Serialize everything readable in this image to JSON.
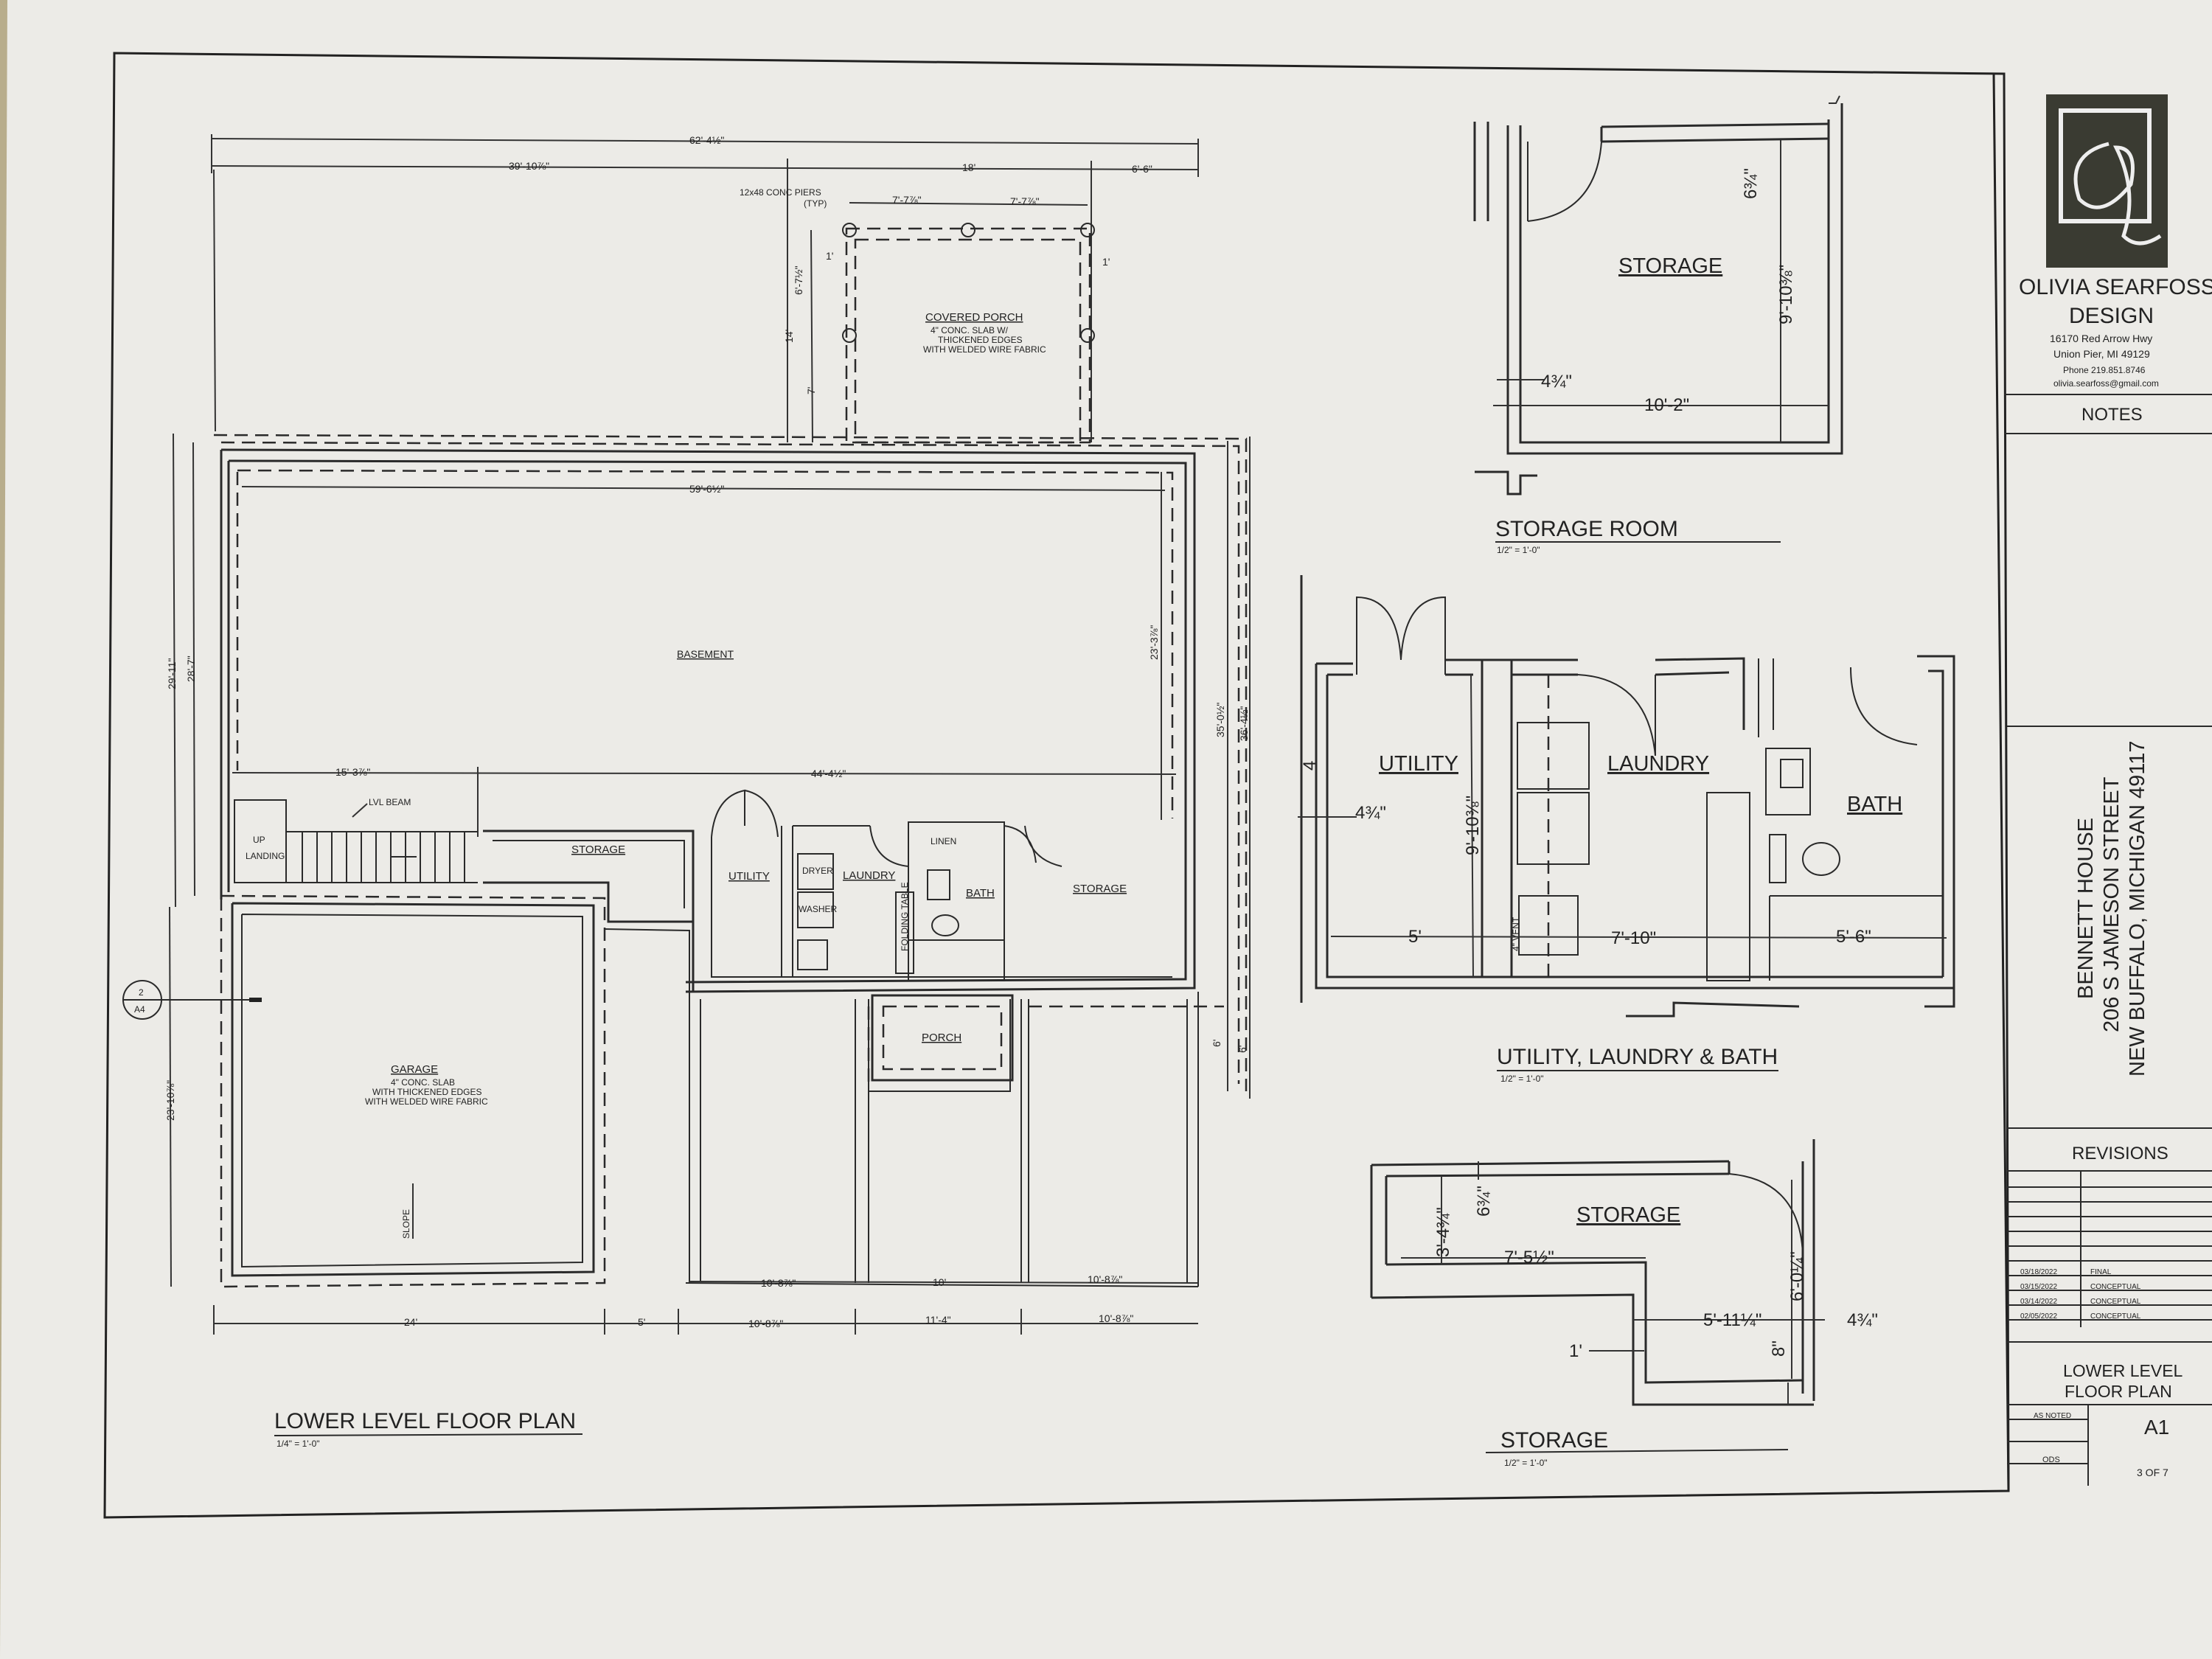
{
  "title_block": {
    "firm_line1": "OLIVIA SEARFOSS",
    "firm_line2": "DESIGN",
    "address1": "16170 Red Arrow Hwy",
    "address2": "Union Pier, MI 49129",
    "phone": "Phone 219.851.8746",
    "email": "olivia.searfoss@gmail.com",
    "notes_label": "NOTES",
    "project_line1": "BENNETT HOUSE",
    "project_line2": "206 S JAMESON STREET",
    "project_line3": "NEW BUFFALO, MICHIGAN 49117",
    "revisions_label": "REVISIONS",
    "revisions": [
      {
        "date": "03/18/2022",
        "desc": "FINAL"
      },
      {
        "date": "03/15/2022",
        "desc": "CONCEPTUAL"
      },
      {
        "date": "03/14/2022",
        "desc": "CONCEPTUAL"
      },
      {
        "date": "02/05/2022",
        "desc": "CONCEPTUAL"
      }
    ],
    "sheet_title_line1": "LOWER  LEVEL",
    "sheet_title_line2": "FLOOR  PLAN",
    "scale_value": "AS NOTED",
    "drawn_by": "ODS",
    "sheet_number": "A1",
    "sheet_count": "3  OF  7"
  },
  "main_plan": {
    "title": "LOWER LEVEL FLOOR PLAN",
    "scale": "1/4\" = 1'-0\"",
    "rooms": {
      "covered_porch": "COVERED PORCH",
      "covered_porch_note1": "4\" CONC. SLAB W/",
      "covered_porch_note2": "THICKENED EDGES",
      "covered_porch_note3": "WITH WELDED WIRE FABRIC",
      "piers_note1": "12x48 CONC PIERS",
      "piers_note2": "(TYP)",
      "basement": "BASEMENT",
      "storage_left": "STORAGE",
      "utility": "UTILITY",
      "laundry": "LAUNDRY",
      "linen": "LINEN",
      "bath": "BATH",
      "storage_right": "STORAGE",
      "dryer": "DRYER",
      "washer": "WASHER",
      "folding_table": "FOLDING TABLE",
      "porch": "PORCH",
      "garage": "GARAGE",
      "garage_note1": "4\" CONC. SLAB",
      "garage_note2": "WITH THICKENED EDGES",
      "garage_note3": "WITH WELDED WIRE FABRIC",
      "slope": "SLOPE",
      "lvl_beam": "LVL BEAM",
      "up": "UP",
      "landing": "LANDING",
      "section_top": "2",
      "section_bottom": "A4"
    },
    "dims": {
      "overall_top": "62'-4½\"",
      "left_top": "39'-10⅞\"",
      "porch_width": "18'",
      "right_top": "6'-6\"",
      "pier_a": "7'-7⅞\"",
      "pier_b": "7'-7⅞\"",
      "pier_gap": "1'",
      "pier_side": "1'",
      "porch_v1": "6'-7½\"",
      "porch_depth": "14'",
      "porch_v2": "7'",
      "basement_width": "59'-6½\"",
      "left_29": "29'-11\"",
      "left_28": "28'-7\"",
      "right_23": "23'-3⅞\"",
      "right_35": "35'-0½\"",
      "right_36": "36'-4½\"",
      "seg_15": "15'-3⅞\"",
      "seg_44": "44'-4½\"",
      "left_23": "23'-10⅞\"",
      "right_6a": "6'",
      "right_6b": "6'",
      "bot_24": "24'",
      "bot_5": "5'",
      "bot_10a": "10'-8⅞\"",
      "bot_11": "11'-4\"",
      "bot_10b": "10'-8⅞\"",
      "in_10a": "10'-8⅞\"",
      "in_10": "10'",
      "in_10b": "10'-8⅞\""
    }
  },
  "storage_room_detail": {
    "title": "STORAGE ROOM",
    "scale": "1/2\" = 1'-0\"",
    "room": "STORAGE",
    "d_wall_top": "6¾\"",
    "d_depth": "9'-10⅜\"",
    "d_wall_left": "4¾\"",
    "d_width": "10'-2\""
  },
  "ulb_detail": {
    "title": "UTILITY, LAUNDRY & BATH",
    "scale": "1/2\" = 1'-0\"",
    "utility": "UTILITY",
    "laundry": "LAUNDRY",
    "bath": "BATH",
    "d_wall": "4¾\"",
    "d_wall_top": "4",
    "d_depth": "9'-10⅜\"",
    "d_5": "5'",
    "d_7_10": "7'-10\"",
    "d_5_6": "5'-6\"",
    "vent_note": "4\" VENT"
  },
  "storage_detail": {
    "title": "STORAGE",
    "scale": "1/2\" = 1'-0\"",
    "room": "STORAGE",
    "d_3_4": "3'-4¾\"",
    "d_6_34": "6¾\"",
    "d_7_5": "7'-5½\"",
    "d_6_0": "6'-0¼\"",
    "d_5_11": "5'-11¼\"",
    "d_4_34": "4¾\"",
    "d_8": "8\"",
    "d_1": "1'"
  }
}
